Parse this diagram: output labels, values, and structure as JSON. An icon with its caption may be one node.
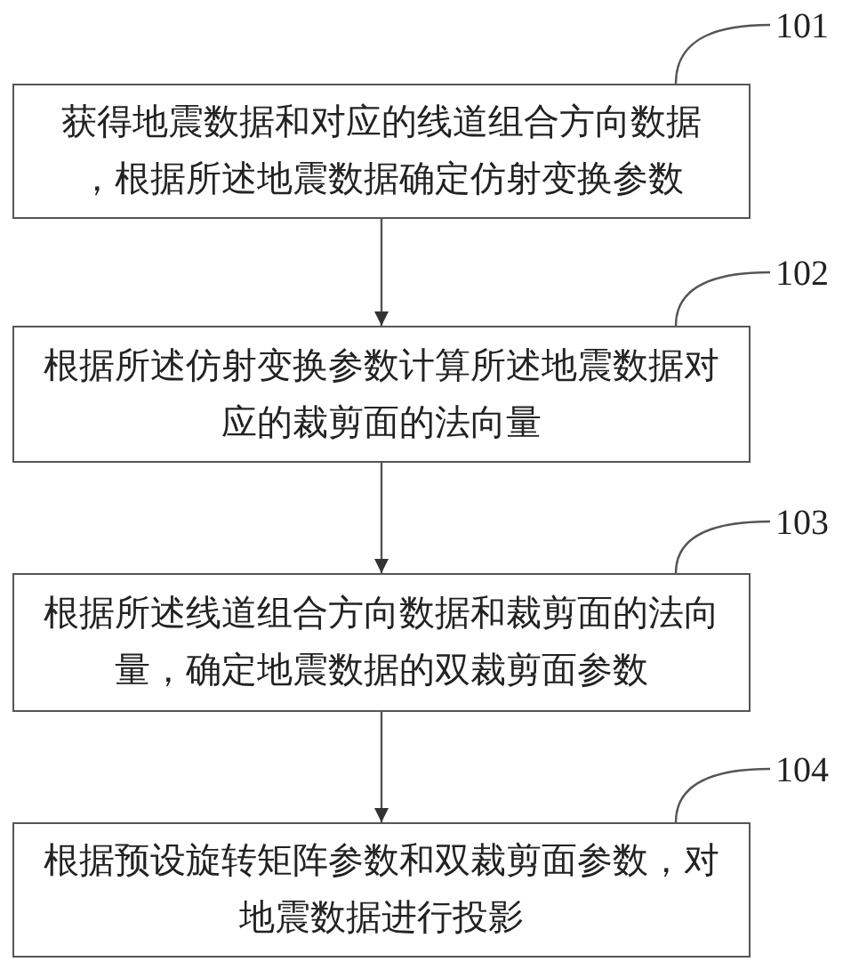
{
  "diagram": {
    "nodes": [
      {
        "text": [
          "获得地震数据和对应的线道组合方向数据，根据所述地震数据确定仿射变换参数"
        ]
      },
      {
        "text": [
          "根据所述仿射变换参数计算所述地震数据对应的裁剪面的法向量"
        ]
      },
      {
        "text": [
          "根据所述线道组合方向数据和裁剪面的法向量，确定地震数据的双裁剪面参数"
        ]
      },
      {
        "text": [
          "根据预设旋转矩阵参数和双裁剪面参数，对地震数据进行投影"
        ]
      },
      {
        "text": [
          "101"
        ]
      },
      {
        "text": [
          "102"
        ]
      },
      {
        "text": [
          "103"
        ]
      },
      {
        "text": [
          "104"
        ]
      }
    ],
    "edges": [
      {
        "from": 0,
        "to": 1,
        "arrow": "to"
      },
      {
        "from": 1,
        "to": 2,
        "arrow": "to"
      },
      {
        "from": 2,
        "to": 3,
        "arrow": "to"
      },
      {
        "from": 4,
        "to": 0,
        "arrow": "none"
      },
      {
        "from": 5,
        "to": 1,
        "arrow": "none"
      },
      {
        "from": 6,
        "to": 2,
        "arrow": "none"
      },
      {
        "from": 7,
        "to": 3,
        "arrow": "none"
      }
    ]
  }
}
